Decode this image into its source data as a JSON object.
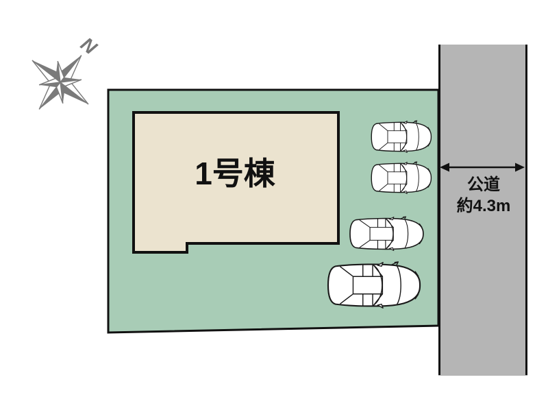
{
  "plan": {
    "title": "site-plan",
    "compass": {
      "north_label": "N"
    },
    "building": {
      "label": "1号棟"
    },
    "road": {
      "label_line1": "公道",
      "label_line2": "約4.3m"
    },
    "cars": {
      "count": 4
    }
  },
  "colors": {
    "plot_green": "#a8ccb6",
    "building_beige": "#ebe3cf",
    "road_gray": "#b5b5b5",
    "outline_black": "#111111",
    "compass_gray": "#7a7a7a",
    "car_white": "#ffffff"
  }
}
